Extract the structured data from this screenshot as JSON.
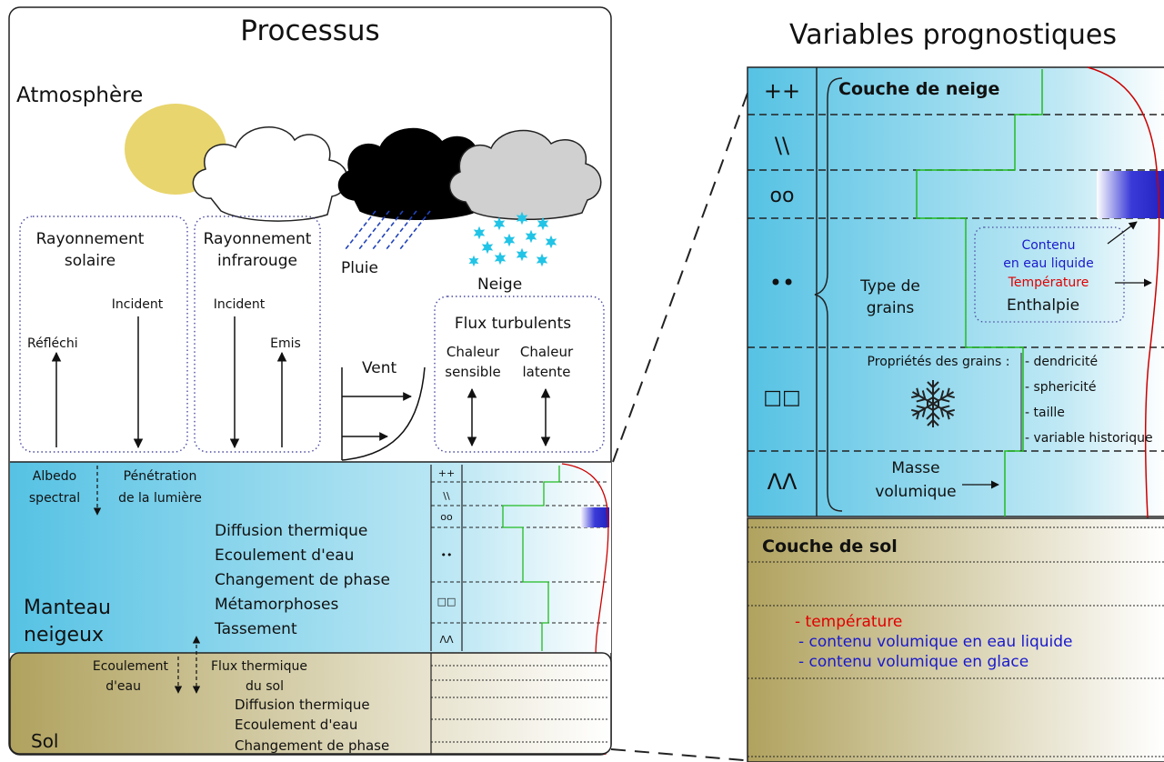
{
  "left": {
    "title": "Processus",
    "atmosphere": "Atmosphère",
    "rayonnement_solaire": {
      "line1": "Rayonnement",
      "line2": "solaire",
      "incident": "Incident",
      "reflechi": "Réfléchi"
    },
    "rayonnement_infrarouge": {
      "line1": "Rayonnement",
      "line2": "infrarouge",
      "incident": "Incident",
      "emis": "Emis"
    },
    "pluie": "Pluie",
    "neige": "Neige",
    "vent": "Vent",
    "flux_turbulents": {
      "title": "Flux turbulents",
      "chaleur1": "Chaleur",
      "sensible": "sensible",
      "chaleur2": "Chaleur",
      "latente": "latente"
    },
    "albedo": {
      "line1": "Albedo",
      "line2": "spectral"
    },
    "penetration": {
      "line1": "Pénétration",
      "line2": "de la lumière"
    },
    "snow_processes": [
      "Diffusion thermique",
      "Ecoulement d'eau",
      "Changement de phase",
      "Métamorphoses",
      "Tassement"
    ],
    "manteau": {
      "line1": "Manteau",
      "line2": "neigeux"
    },
    "ecoulement_sol": {
      "line1": "Ecoulement",
      "line2": "d'eau"
    },
    "flux_thermique": {
      "line1": "Flux thermique",
      "line2": "du sol"
    },
    "soil_processes": [
      "Diffusion thermique",
      "Ecoulement d'eau",
      "Changement de phase"
    ],
    "sol": "Sol",
    "mini_grain_symbols": [
      "++",
      "\\\\",
      "oo",
      "••",
      "□□",
      "ΛΛ"
    ]
  },
  "right": {
    "title": "Variables prognostiques",
    "grain_symbols": [
      "++",
      "\\\\",
      "oo",
      "••",
      "□□",
      "ΛΛ"
    ],
    "couche_neige": "Couche de neige",
    "type_grains": {
      "line1": "Type de",
      "line2": "grains"
    },
    "contenu": {
      "line1": "Contenu",
      "line2": "en eau liquide"
    },
    "temperature": "Température",
    "enthalpie": "Enthalpie",
    "proprietes_label": "Propriétés des grains :",
    "proprietes": [
      "- dendricité",
      "- sphericité",
      "- taille",
      "- variable historique"
    ],
    "masse": {
      "line1": "Masse",
      "line2": "volumique"
    },
    "couche_sol": "Couche de sol",
    "soil_vars": [
      {
        "text": "- température",
        "color": "#e00000"
      },
      {
        "text": "- contenu volumique en eau liquide",
        "color": "#1a1acc"
      },
      {
        "text": "- contenu volumique en glace",
        "color": "#1a1acc"
      }
    ]
  },
  "colors": {
    "snow_gradient_start": "#5ec6e6",
    "snow_gradient_end": "#ffffff",
    "soil_gradient_start": "#b3a562",
    "soil_gradient_end": "#ffffff",
    "sun": "#e8d56d",
    "temperature_curve": "#cc0000",
    "density_profile": "#22bb22",
    "liquid_water_bar": "#2222cc",
    "snowflakes": "#22c4e6",
    "rain": "#2244bb"
  }
}
